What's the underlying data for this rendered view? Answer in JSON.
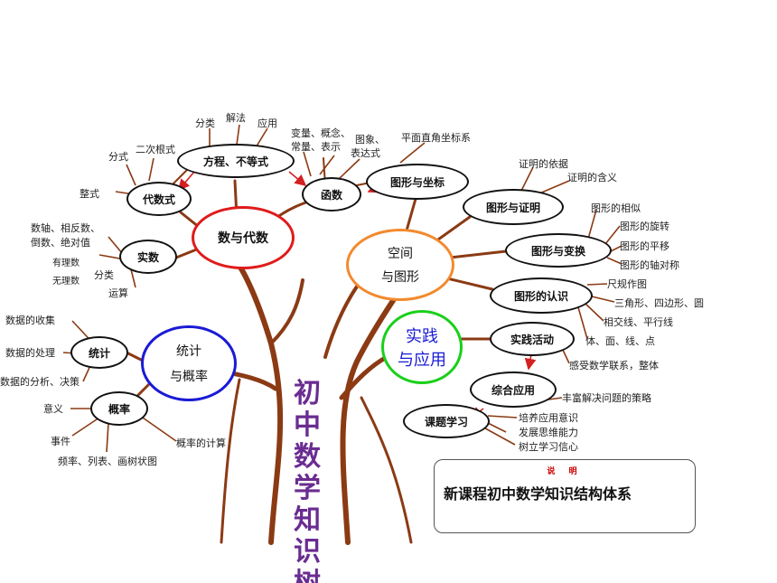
{
  "tree_title": [
    "初",
    "中",
    "数",
    "学",
    "知",
    "识",
    "树"
  ],
  "note": {
    "caption": "说 明",
    "title": "新课程初中数学知识结构体系"
  },
  "main_nodes": {
    "algebra": "数与代数",
    "geometry": [
      "空间",
      "与图形"
    ],
    "stats": [
      "统计",
      "与概率"
    ],
    "practice": [
      "实践",
      "与应用"
    ]
  },
  "sub_nodes": {
    "equations": "方程、不等式",
    "functions": "函数",
    "algebraic": "代数式",
    "real": "实数",
    "coord": "图形与坐标",
    "proof": "图形与证明",
    "transform": "图形与变换",
    "recog": "图形的认识",
    "activity": "实践活动",
    "comprehensive": "综合应用",
    "topic": "课题学习",
    "statistics": "统计",
    "probability": "概率"
  },
  "leaves": {
    "eq": [
      "分类",
      "解法",
      "应用"
    ],
    "fn": [
      "变量、概念、",
      "常量、表示",
      "图象、",
      "表达式"
    ],
    "alg": [
      "分式",
      "二次根式",
      "整式"
    ],
    "real": [
      "数轴、相反数、",
      "倒数、绝对值",
      "有理数",
      "无理数",
      "分类",
      "运算"
    ],
    "coord": [
      "平面直角坐标系"
    ],
    "proof": [
      "证明的依据",
      "证明的含义"
    ],
    "transform": [
      "图形的相似",
      "图形的旋转",
      "图形的平移",
      "图形的轴对称"
    ],
    "recog": [
      "尺规作图",
      "三角形、四边形、圆",
      "相交线、平行线",
      "体、面、线、点"
    ],
    "activity": [
      "感受数学联系，整体"
    ],
    "comprehensive": [
      "丰富解决问题的策略"
    ],
    "topic": [
      "培养应用意识",
      "发展思维能力",
      "树立学习信心"
    ],
    "stat": [
      "数据的收集",
      "数据的处理",
      "数据的分析、决策"
    ],
    "prob": [
      "意义",
      "事件",
      "频率、列表、画树状图",
      "概率的计算"
    ]
  },
  "colors": {
    "algebra": "#e01b1b",
    "geometry": "#f28a2e",
    "stats": "#1a1ad6",
    "practice": "#19d019",
    "branch": "#8b3a14",
    "arrow": "#d42020",
    "title": "#6a2c91"
  }
}
